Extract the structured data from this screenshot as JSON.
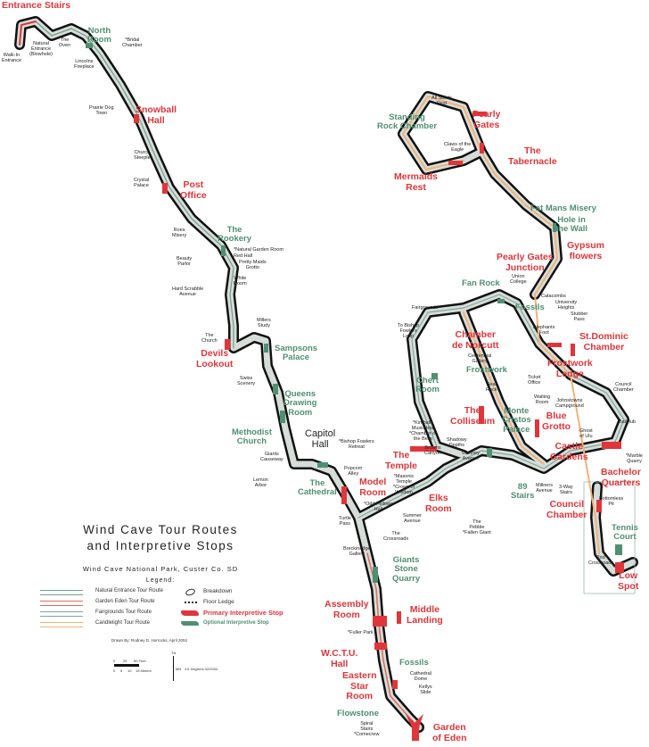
{
  "title_line1": "Wind Cave Tour Routes",
  "title_line2": "and Interpretive Stops",
  "subtitle": "Wind Cave National Park, Custer Co. SD",
  "legend": {
    "heading": "Legend:",
    "routes": [
      {
        "label": "Natural Entrance Tour Route",
        "color": "#6f9e8a"
      },
      {
        "label": "Garden Eden Tour Route",
        "color": "#e06a5a"
      },
      {
        "label": "Fairgrounds Tour Route",
        "color": "#7fa89a"
      },
      {
        "label": "Candlelight Tour Route",
        "color": "#f0b27a"
      }
    ],
    "symbols": [
      {
        "label": "Breakdown",
        "icon": "breakdown-icon"
      },
      {
        "label": "Floor Ledge",
        "icon": "floor-ledge-icon"
      },
      {
        "label": "Primary Interpretive Stop",
        "icon": "primary-stop-icon",
        "color": "#e0353a"
      },
      {
        "label": "Optional Interpretive Stop",
        "icon": "optional-stop-icon",
        "color": "#4f8f72"
      }
    ]
  },
  "credit": "Drawn By: Rodney D. Horrocks, April 2004",
  "scale": {
    "feet": [
      "0",
      "25",
      "50 Feet"
    ],
    "meters": [
      "0",
      "5",
      "10",
      "15 Meters"
    ]
  },
  "north": {
    "true_north": "TN",
    "magnetic_north": "MN",
    "declination": "XX Degrees 02/2004"
  },
  "labels": {
    "primary": [
      "Entrance Stairs",
      "Snowball\nHall",
      "Post\nOffice",
      "Devils\nLookout",
      "Model\nRoom",
      "The\nTemple",
      "Elks\nRoom",
      "The\nColliseum",
      "Chamber\nde Norcutt",
      "Blue\nGrotto",
      "Castle\nGardens",
      "Bachelor\nQuarters",
      "Council\nChamber",
      "Low\nSpot",
      "St.Dominic\nChamber",
      "Frostwork\nLedge",
      "Pearly Gates\nJunction",
      "Gypsum\nflowers",
      "Mermaids\nRest",
      "The\nTabernacle",
      "Pearly\nGates",
      "Assembly\nRoom",
      "Middle\nLanding",
      "W.C.T.U.\nHall",
      "Eastern\nStar\nRoom",
      "Garden\nof Eden"
    ],
    "optional": [
      "North\nRoom",
      "The\nRookery",
      "Sampsons\nPalace",
      "Queens\nDrawing\nRoom",
      "Methodist\nChurch",
      "The\nCathedral",
      "Giants\nStone\nQuarry",
      "Fossils",
      "Flowstone",
      "89\nStairs",
      "Monte\nCristos\nPalace",
      "Frostwork",
      "Chert\nRoom",
      "Fossils",
      "Fan Rock",
      "Hole in\nthe Wall",
      "Fat Mans Misery",
      "Standing\nRock Chamber",
      "Tennis\nCourt"
    ],
    "capitol": "Capitol\nHall",
    "minor": [
      "Walk-In\nEntrance",
      "Natural\nEntrance\n(Blowhole)",
      "The\nOven",
      "*Bridal\nChamber",
      "Lincolns\nFireplace",
      "Prairie Dog\nTown",
      "Church\nSteeple",
      "Crystal\nPalace",
      "Roes\nMisery",
      "Beauty\nParlor",
      "*Natural Garden Room",
      "Red Hall",
      "Pretty Maids\nGrotto",
      "White\nRoom",
      "Hard Scrabble\nAvenue",
      "The\nChurch",
      "Millers\nStudy",
      "Swiss\nScenery",
      "Giants\nCauseway",
      "Lemon\nArbor",
      "*Bishop Fowlers\nRetreat",
      "Popcorn\nAlley",
      "*Odd Fellows\nHall",
      "Turtle\nPass",
      "The\nCrossroads",
      "Summer\nAvenue",
      "Breckinridge\nGallery",
      "*Fuller Park",
      "Cathedral\nDome",
      "Kellys\nSlide",
      "Spiral\nStairs\n*Comecrew",
      "*Masonic\nTemple\n*Crown of\nWisdom",
      "*Kimballs\nMusic Hall\n*Chamber of\nthe Bells",
      "Browns\nCanyon",
      "Shadowy\nDepths",
      "Whitney\nAvenue",
      "The\nPebble\n*Fallen Giant",
      "Millners\nAvenue",
      "3-Way\nStairs",
      "Bottomless\nPit",
      "*Marble\nQuarry",
      "Bathtub",
      "Ghost\nof Ulu",
      "Council\nChamber",
      "Johnstowns\nCampground",
      "Waiting\nRoom",
      "Ticket\nOffice",
      "Seal\nRock",
      "Centennial\nGallery",
      "Elephants\nFoot",
      "Catacombs",
      "University\nHeights",
      "Stubber\nPass",
      "Union\nCollege",
      "Fairgrounds",
      "To Bishop\nFowlers\nLoop",
      "Claws of the\nEagle",
      "All Saints\nRest",
      "2nd\nCrossroads"
    ]
  }
}
